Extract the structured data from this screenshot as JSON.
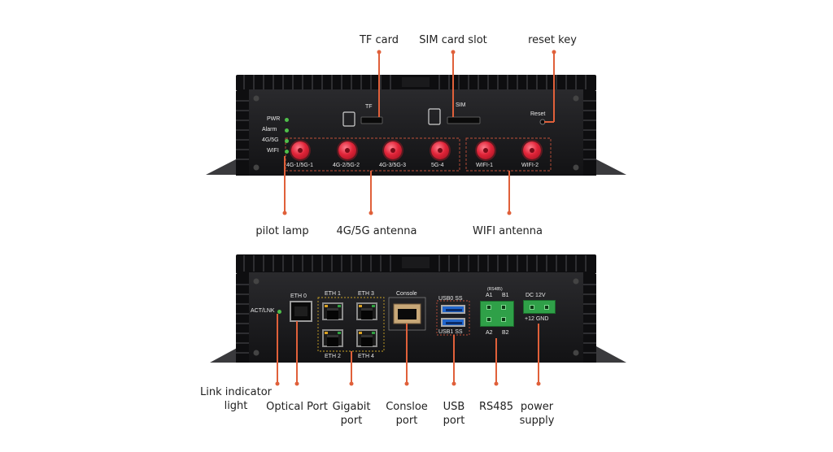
{
  "callouts": {
    "tf_card": "TF card",
    "sim_slot": "SIM card slot",
    "reset_key": "reset key",
    "pilot_lamp": "pilot lamp",
    "antenna_4g5g": "4G/5G antenna",
    "wifi_antenna": "WIFI antenna",
    "link_light_1": "Link indicator",
    "link_light_2": "light",
    "optical": "Optical Port",
    "gigabit_1": "Gigabit",
    "gigabit_2": "port",
    "console_1": "Consloe",
    "console_2": "port",
    "usb_1": "USB",
    "usb_2": "port",
    "rs485": "RS485",
    "power_1": "power",
    "power_2": "supply"
  },
  "front_panel": {
    "tf": "TF",
    "sim": "SIM",
    "reset": "Reset",
    "leds": [
      "PWR",
      "Alarm",
      "4G/5G",
      "WIFI"
    ],
    "antennas": [
      "4G-1/5G-1",
      "4G-2/5G-2",
      "4G-3/5G-3",
      "5G-4",
      "WIFI-1",
      "WIFI-2"
    ]
  },
  "back_panel": {
    "act_lnk": "ACT/LNK",
    "eth0": "ETH 0",
    "eth1": "ETH 1",
    "eth2": "ETH 2",
    "eth3": "ETH 3",
    "eth4": "ETH 4",
    "console": "Console",
    "usb0": "USB0 SS",
    "usb1": "USB1 SS",
    "rs485_tag": "(RS485)",
    "a1": "A1",
    "b1": "B1",
    "a2": "A2",
    "b2": "B2",
    "dc": "DC 12V",
    "gnd": "+12 GND"
  },
  "colors": {
    "chassis": "#1c1c1e",
    "callout_line": "#e0603a",
    "antenna": "#e02438",
    "terminal": "#2fa048",
    "usb": "#2266cc"
  }
}
